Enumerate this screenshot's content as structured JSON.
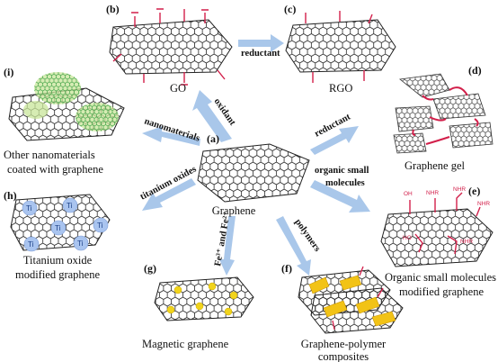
{
  "panels": {
    "a": "(a)",
    "b": "(b)",
    "c": "(c)",
    "d": "(d)",
    "e": "(e)",
    "f": "(f)",
    "g": "(g)",
    "h": "(h)",
    "i": "(i)"
  },
  "captions": {
    "graphene": "Graphene",
    "go": "GO",
    "rgo": "RGO",
    "gel": "Graphene gel",
    "organic_line1": "Organic small molecules",
    "organic_line2": "modified graphene",
    "composite_line1": "Graphene-polymer",
    "composite_line2": "composites",
    "magnetic": "Magnetic graphene",
    "titanium_line1": "Titanium oxide",
    "titanium_line2": "modified graphene",
    "nano_line1": "Other nanomaterials",
    "nano_line2": "coated with graphene"
  },
  "arrows": {
    "reductant_top": "reductant",
    "oxidant": "oxidant",
    "reductant_right": "reductant",
    "organic_line1": "organic small",
    "organic_line2": "molecules",
    "polymers": "polymers",
    "fe": "Fe³⁺ and Fe²⁺",
    "titanium": "titanium oxides",
    "nanomaterials": "nanomaterials"
  },
  "chem_labels": {
    "ti": "Ti",
    "oh": "OH",
    "nhr": "NHR",
    "ho": "HO"
  },
  "colors": {
    "arrow": "#a9c7ea",
    "functional": "#d21f4a",
    "ti_dot": "#a9c4ef",
    "magnetic_dot": "#f1d41c",
    "polymer": "#f2c316",
    "coating": "#c8e59a"
  }
}
